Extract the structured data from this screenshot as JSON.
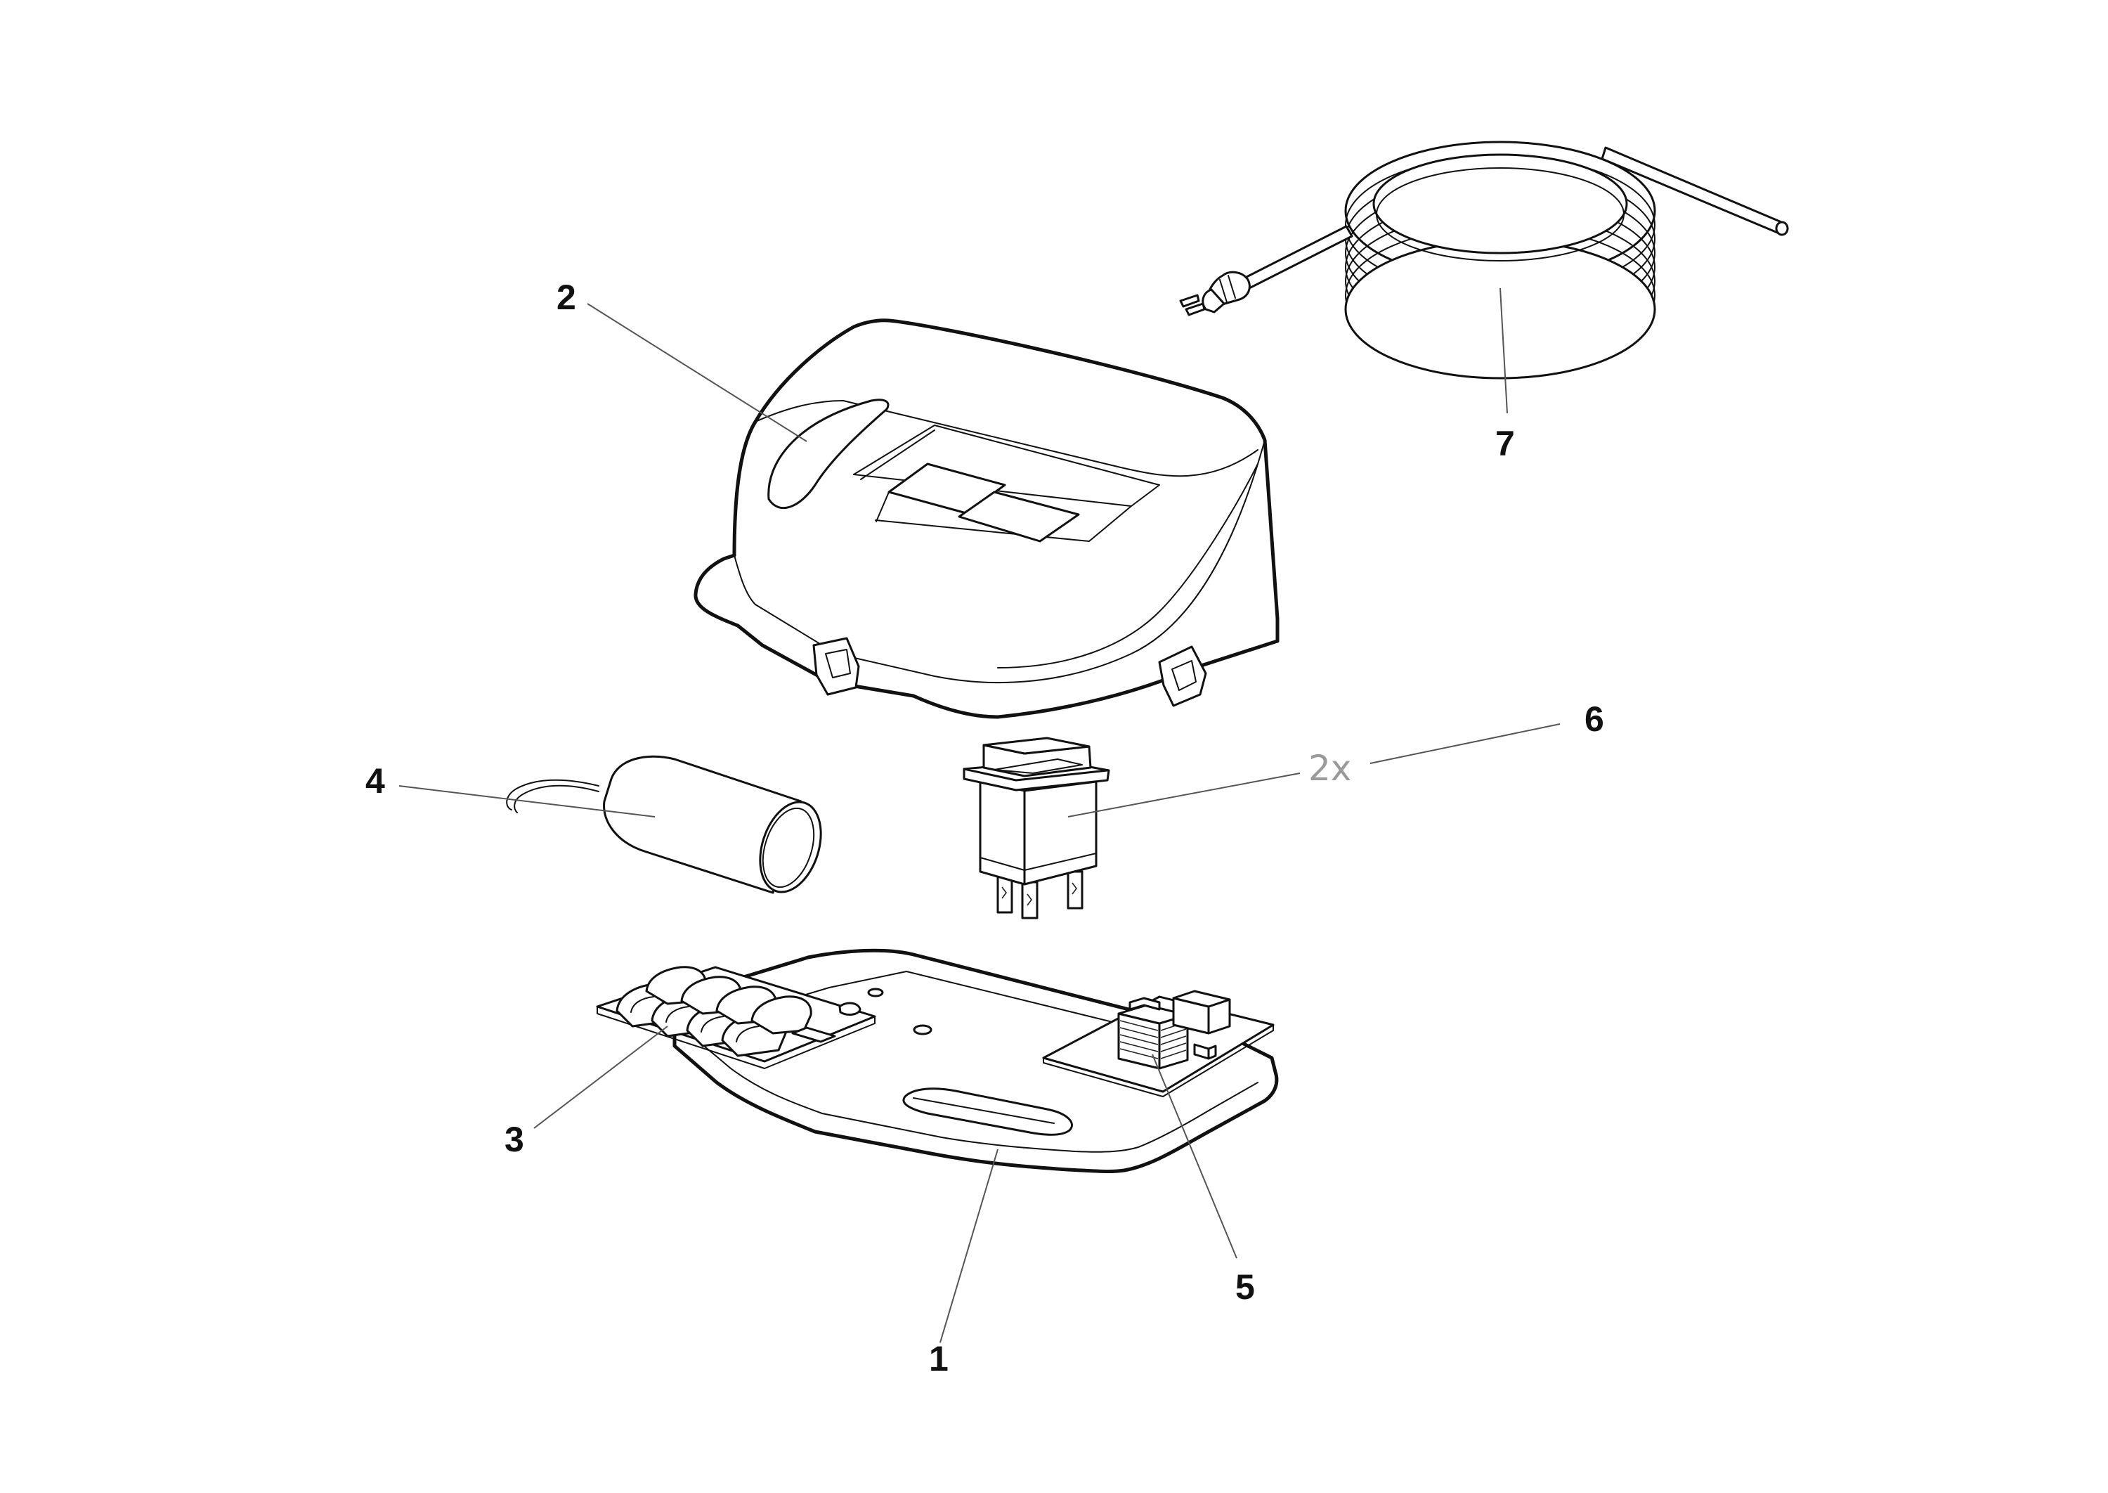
{
  "diagram": {
    "callouts": [
      {
        "id": "1",
        "label": "1"
      },
      {
        "id": "2",
        "label": "2"
      },
      {
        "id": "3",
        "label": "3"
      },
      {
        "id": "4",
        "label": "4"
      },
      {
        "id": "5",
        "label": "5"
      },
      {
        "id": "6",
        "label": "6"
      },
      {
        "id": "7",
        "label": "7"
      }
    ],
    "quantity_note": "2x",
    "line_color": "#111111",
    "leader_color": "#555555",
    "quantity_color": "#9a9a9a"
  }
}
